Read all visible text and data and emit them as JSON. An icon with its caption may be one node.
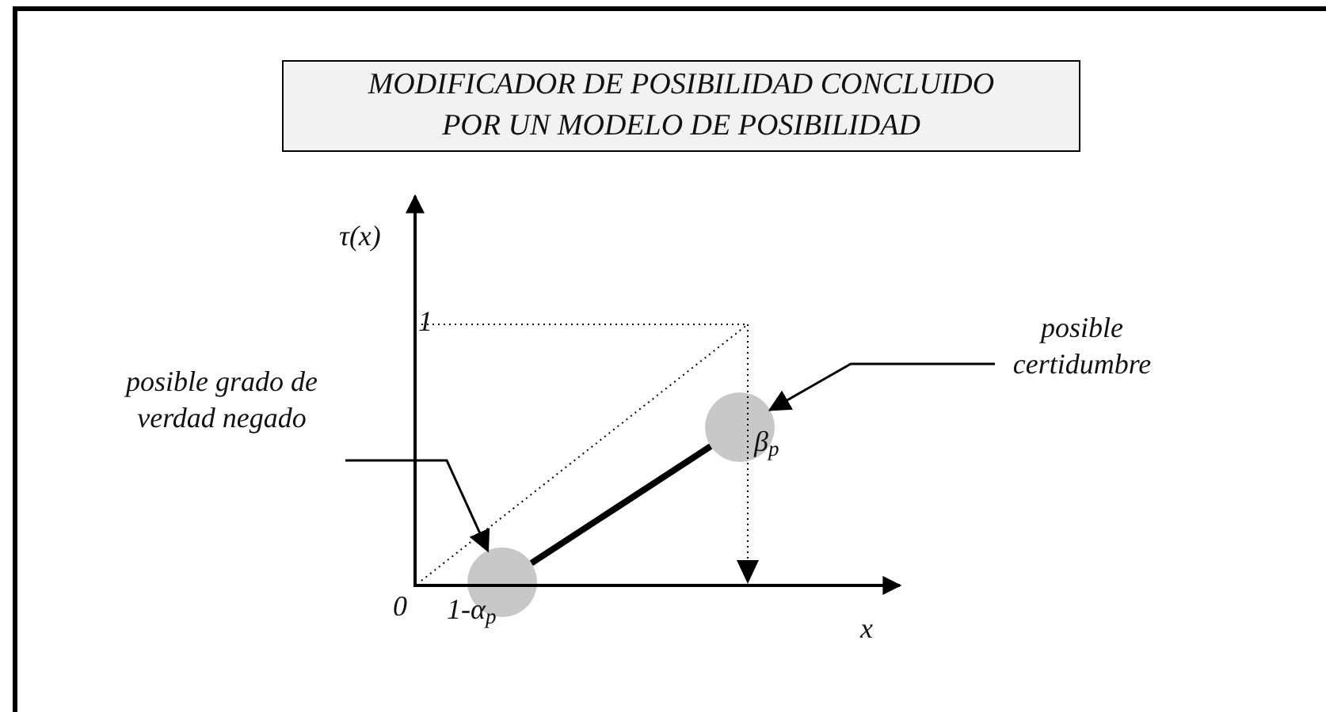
{
  "diagram": {
    "title": "MODIFICADOR  DE POSIBILIDAD CONCLUIDO POR UN MODELO DE POSIBILIDAD",
    "nodes": [
      {
        "text": [
          "posible grado de verdad negado"
        ]
      },
      {
        "text": [],
        "shape": "circle"
      },
      {
        "text": [
          "posible certidumbre"
        ]
      },
      {
        "text": [],
        "shape": "circle"
      }
    ],
    "edges": [
      {
        "from": 0,
        "to": 1,
        "arrow": "to"
      },
      {
        "from": 2,
        "to": 3,
        "arrow": "to"
      },
      {
        "from": 1,
        "to": 3,
        "arrow": "none",
        "style": "thick"
      }
    ],
    "labels": [
      "τ(x)",
      "1",
      "0",
      "1-α$_{p}$",
      "β$_{p}$",
      "x"
    ]
  }
}
